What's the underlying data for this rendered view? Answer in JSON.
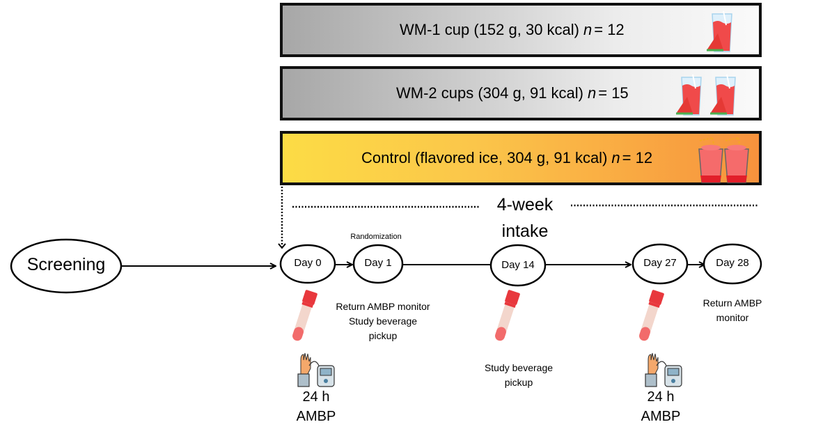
{
  "groups": [
    {
      "label": "WM-1 cup (152 g, 30 kcal)",
      "n_label": "n",
      "n_value": "= 12",
      "cups": 1,
      "icon": "watermelon-juice-icon"
    },
    {
      "label": "WM-2 cups (304 g, 91 kcal)",
      "n_label": "n",
      "n_value": "= 15",
      "cups": 2,
      "icon": "watermelon-juice-icon"
    },
    {
      "label": "Control (flavored ice, 304 g, 91 kcal)",
      "n_label": "n",
      "n_value": "= 12",
      "cups": 2,
      "icon": "slush-drink-icon"
    }
  ],
  "intake": {
    "line1": "4-week",
    "line2": "intake"
  },
  "randomization": "Randomization",
  "timeline": {
    "screening": "Screening",
    "nodes": [
      "Day 0",
      "Day 1",
      "Day 14",
      "Day 27",
      "Day 28"
    ]
  },
  "annotations": {
    "day1": [
      "Return AMBP monitor",
      "Study beverage",
      "pickup"
    ],
    "day14": [
      "Study beverage",
      "pickup"
    ],
    "day28": [
      "Return AMBP",
      "monitor"
    ],
    "ambp": [
      "24 h",
      "AMBP"
    ]
  },
  "colors": {
    "wm_gradient_start": "#a7a7a7",
    "wm_gradient_end": "#fafafa",
    "control_gradient_start": "#fcdc45",
    "control_gradient_end": "#f7923d",
    "tube_red": "#e8383d"
  }
}
